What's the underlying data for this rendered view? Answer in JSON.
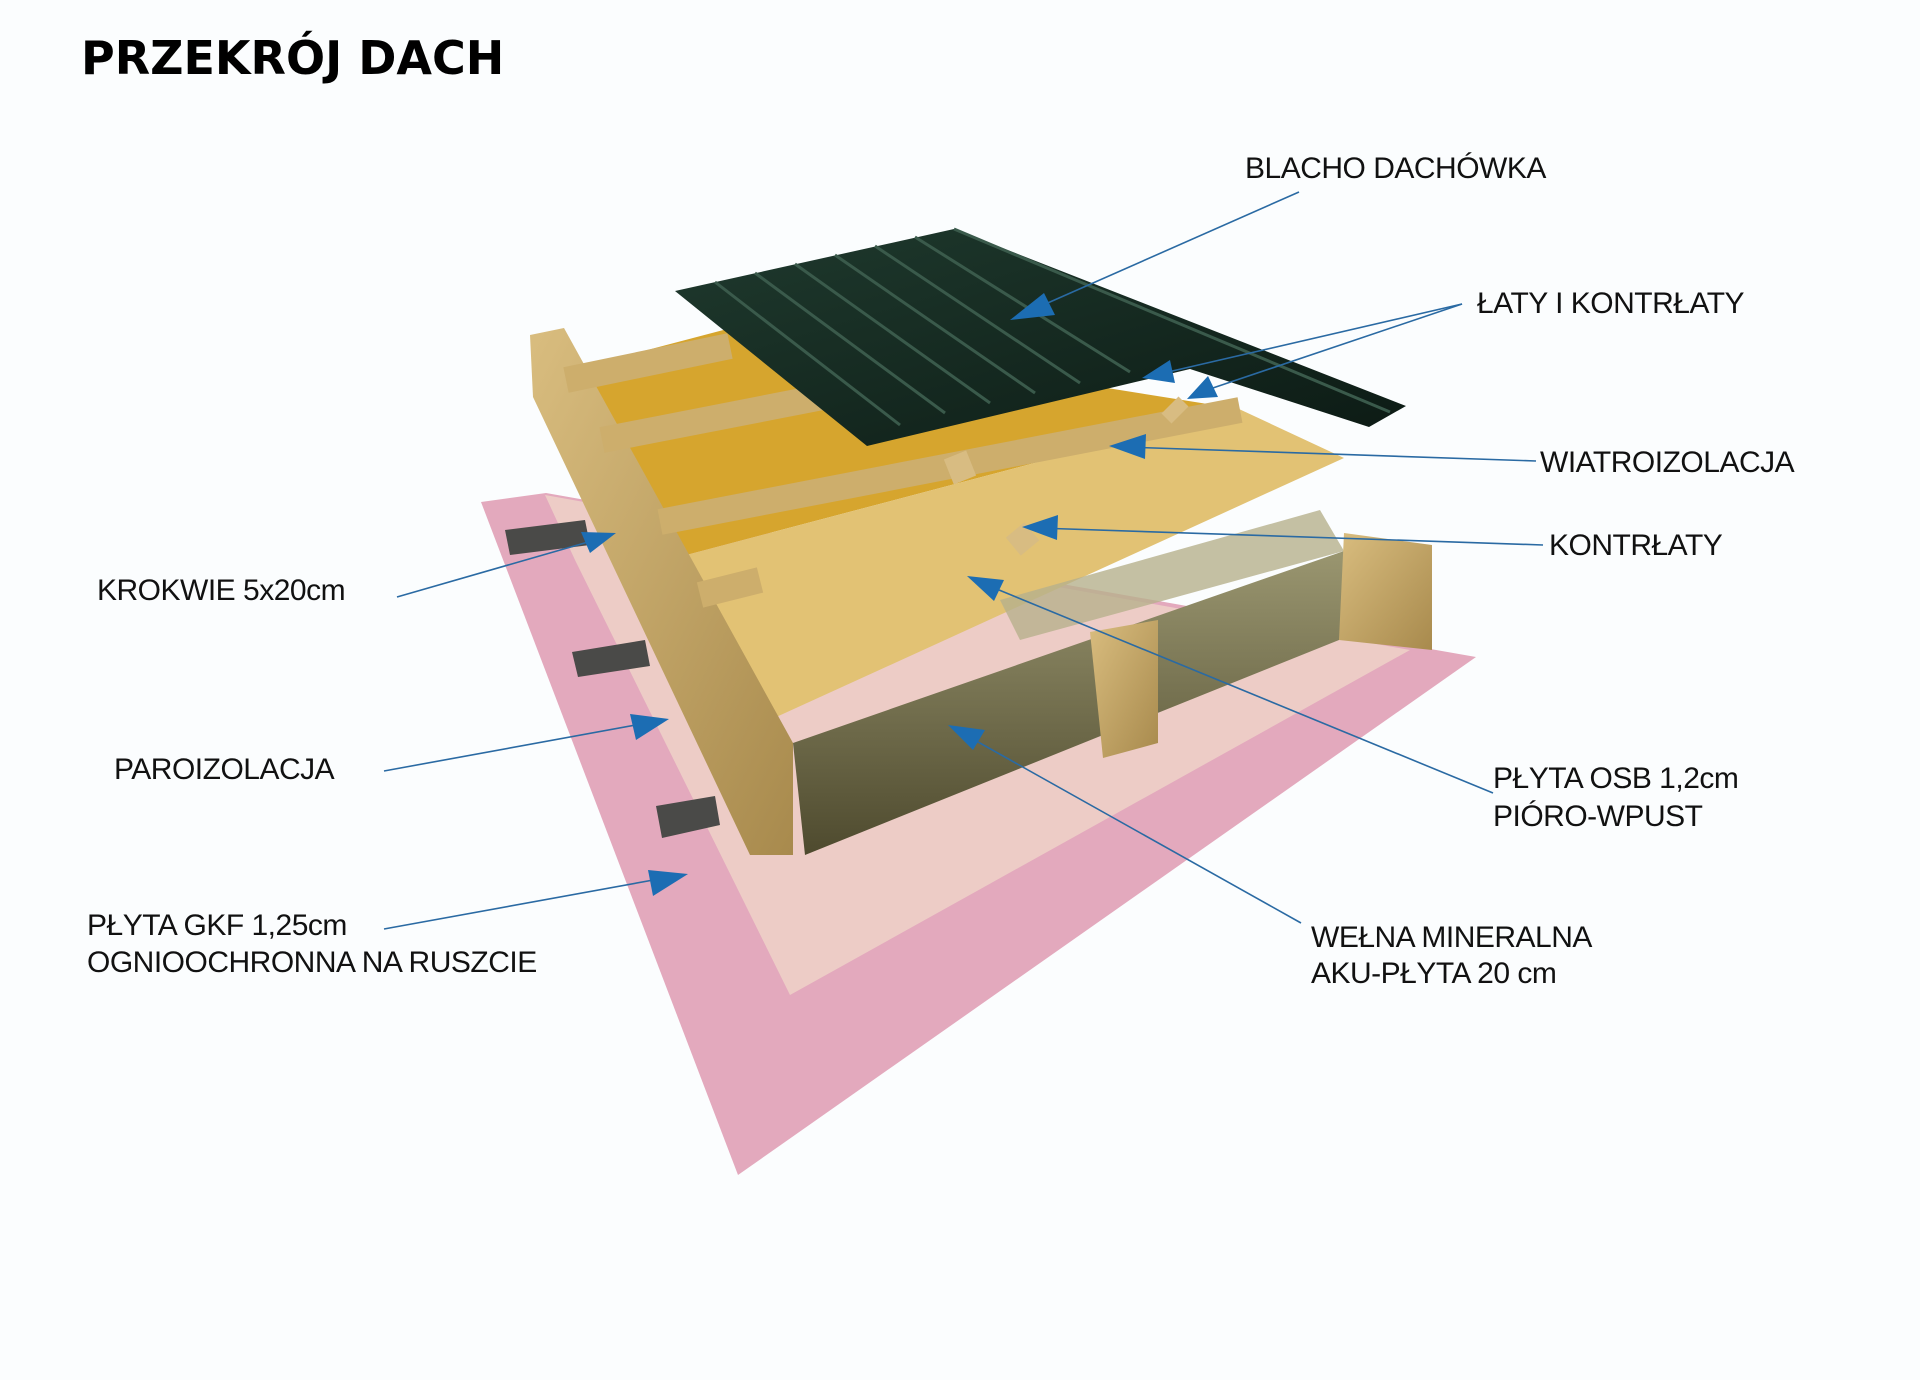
{
  "title": "PRZEKRÓJ DACH",
  "labels": {
    "roof_sheet": "BLACHO DACHÓWKA",
    "battens": "ŁATY I KONTRŁATY",
    "wind_barrier": "WIATROIZOLACJA",
    "counter_battens": "KONTRŁATY",
    "rafters": "KROKWIE 5x20cm",
    "vapor_barrier": "PAROIZOLACJA",
    "gkf_line1": "PŁYTA GKF 1,25cm",
    "gkf_line2": "OGNIOOCHRONNA NA RUSZCIE",
    "osb_line1": "PŁYTA OSB 1,2cm",
    "osb_line2": "PIÓRO-WPUST",
    "wool_line1": "WEŁNA MINERALNA",
    "wool_line2": "AKU-PŁYTA 20 cm"
  },
  "colors": {
    "arrow": "#1c6db3",
    "roof_sheet": "#13281f",
    "gkf": "#e3a9bd",
    "wood": "#c9a764",
    "membrane": "#d6a52e",
    "wool": "#6f6a45"
  }
}
